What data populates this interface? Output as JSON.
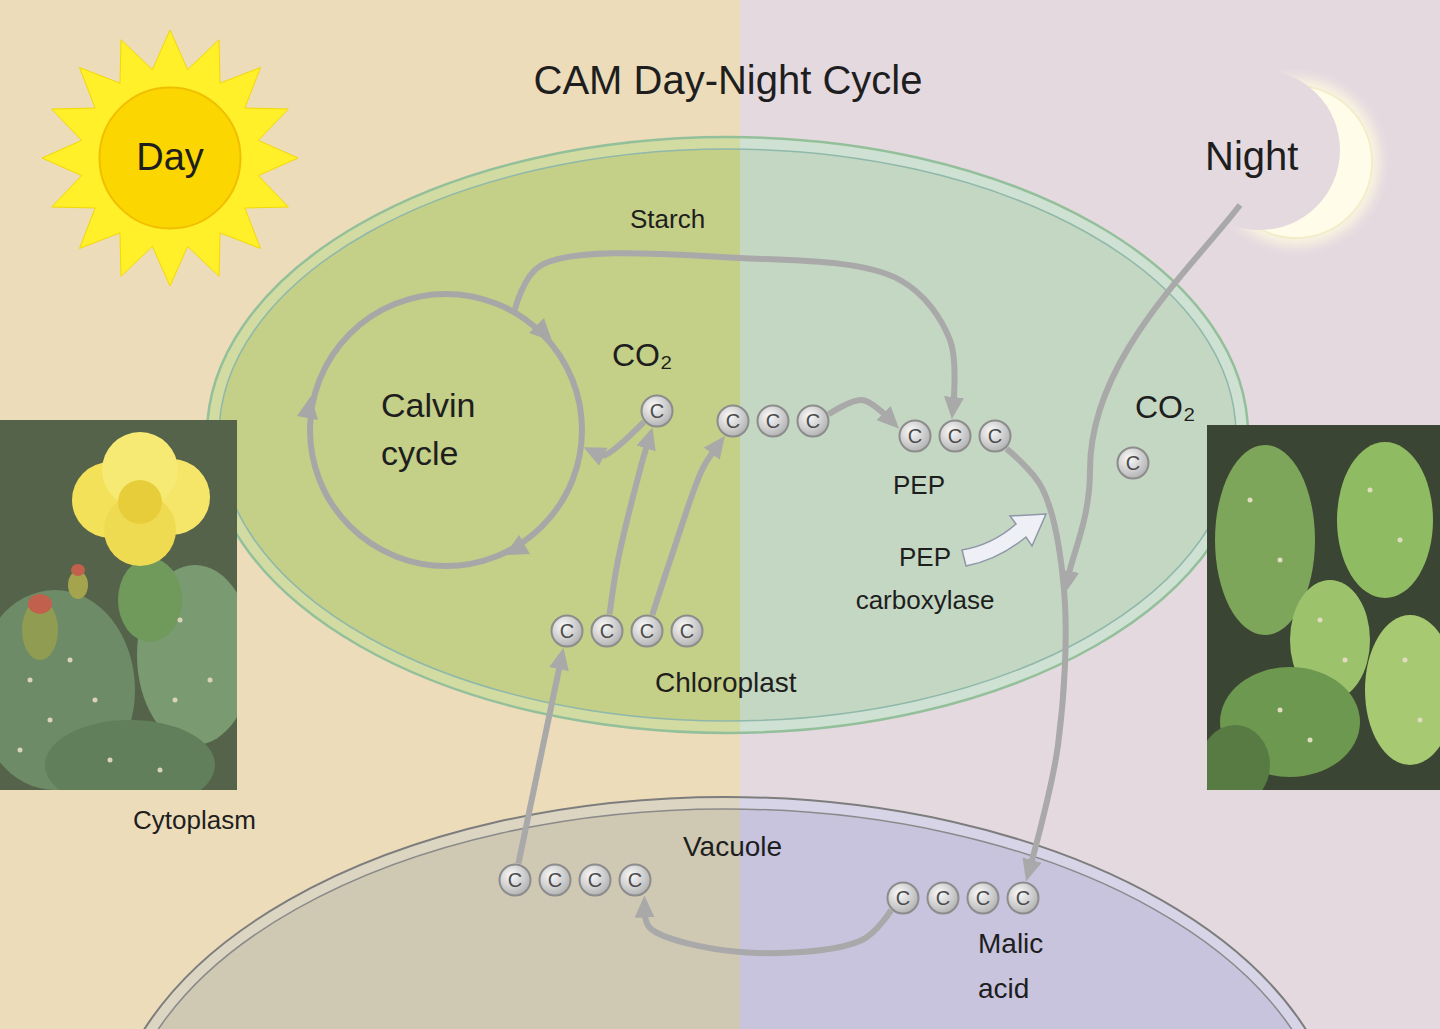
{
  "diagram": {
    "title": "CAM Day-Night Cycle",
    "nodes": [
      {
        "text": [
          "Day"
        ]
      },
      {
        "text": [
          "Chloroplast"
        ]
      },
      {
        "text": [
          "Calvin cycle"
        ],
        "in": 1
      },
      {
        "text": [
          "C"
        ],
        "in": 1
      },
      {
        "text": [
          "C"
        ],
        "in": 1
      },
      {
        "text": [
          "C"
        ],
        "in": 1
      },
      {
        "text": [
          "C"
        ],
        "in": 1
      },
      {
        "text": [
          "C"
        ],
        "in": 1
      },
      {
        "text": [
          "C"
        ],
        "in": 1
      },
      {
        "text": [
          "C"
        ],
        "in": 1
      },
      {
        "text": [
          "C"
        ],
        "in": 1
      },
      {
        "text": [
          "C"
        ],
        "in": 1
      },
      {
        "text": [
          "C"
        ],
        "in": 1
      },
      {
        "text": [
          "C"
        ],
        "in": 1
      },
      {
        "text": [
          "C"
        ],
        "in": 1
      },
      {
        "text": [
          "Vacuole"
        ]
      },
      {
        "text": [
          "C"
        ],
        "in": 15
      },
      {
        "text": [
          "C"
        ],
        "in": 15
      },
      {
        "text": [
          "C"
        ],
        "in": 15
      },
      {
        "text": [
          "C"
        ],
        "in": 15
      },
      {
        "text": [
          "C"
        ],
        "in": 15
      },
      {
        "text": [
          "C"
        ],
        "in": 15
      },
      {
        "text": [
          "C"
        ],
        "in": 15
      },
      {
        "text": [
          "C"
        ],
        "in": 15
      }
    ],
    "edges": [
      {
        "from": 3,
        "to": 2,
        "arrow": "to"
      },
      {
        "from": 2,
        "to": 8,
        "label": "Starch",
        "arrow": "to"
      },
      {
        "from": 6,
        "to": 7,
        "arrow": "to"
      },
      {
        "from": 9,
        "to": 23,
        "arrow": "to"
      },
      {
        "from": 20,
        "to": 19,
        "arrow": "to"
      },
      {
        "from": 16,
        "to": 11,
        "arrow": "to"
      },
      {
        "from": 12,
        "to": 3,
        "arrow": "to"
      },
      {
        "from": 13,
        "to": 4,
        "arrow": "to"
      }
    ],
    "labels": [
      "CO₂",
      "CO₂",
      "PEP",
      "PEP carboxylase",
      "Night",
      "Cytoplasm",
      "Malic acid"
    ]
  }
}
